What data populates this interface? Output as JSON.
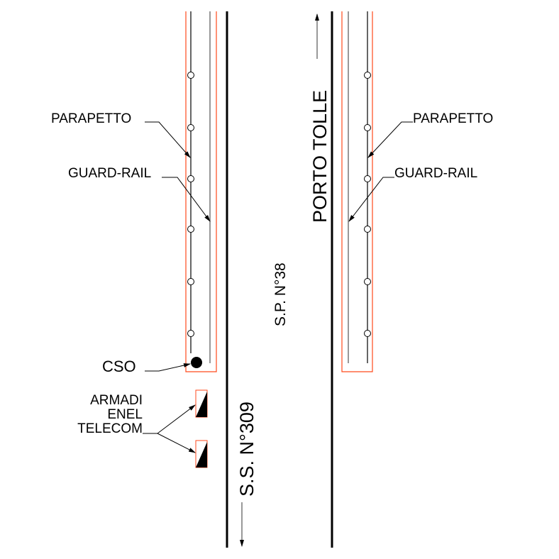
{
  "labels": {
    "parapetto_left": "PARAPETTO",
    "guardrail_left": "GUARD-RAIL",
    "parapetto_right": "PARAPETTO",
    "guardrail_right": "GUARD-RAIL",
    "cso": "CSO",
    "armadi_line1": "ARMADI",
    "armadi_line2": "ENEL",
    "armadi_line3": "TELECOM",
    "road_sp": "S.P. N°38",
    "road_ss": "S.S. N°309",
    "direction": "PORTO TOLLE"
  },
  "colors": {
    "orange": "#ff4a1c",
    "line": "#000000",
    "gray": "#777777"
  }
}
